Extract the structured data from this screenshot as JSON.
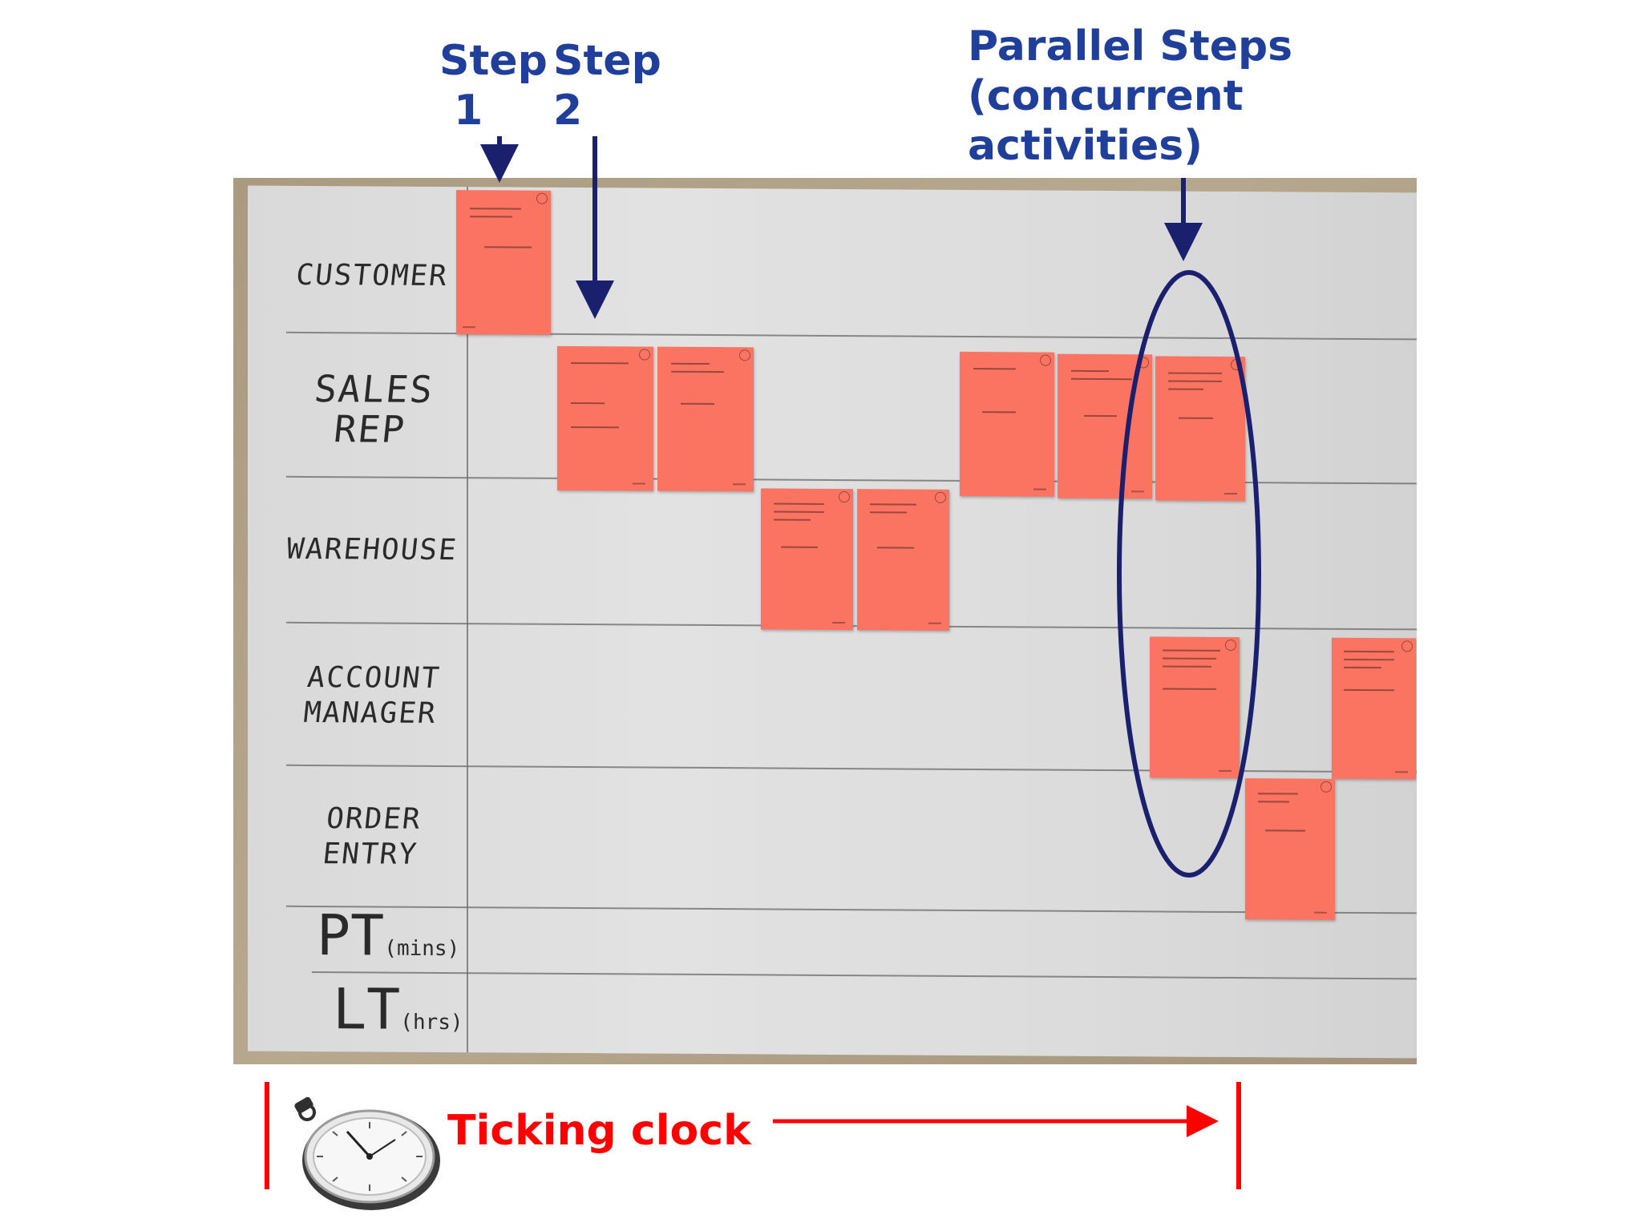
{
  "callouts": {
    "step1": "Step\n 1",
    "step2": "Step\n2",
    "parallel": "Parallel Steps\n(concurrent\nactivities)"
  },
  "board": {
    "lanes": [
      {
        "id": "customer",
        "label": "CUSTOMER"
      },
      {
        "id": "sales-rep",
        "label": "SALES\nREP"
      },
      {
        "id": "warehouse",
        "label": "WAREHOUSE"
      },
      {
        "id": "account-manager",
        "label": "ACCOUNT\nMANAGER"
      },
      {
        "id": "order-entry",
        "label": "ORDER\nENTRY"
      }
    ],
    "timing_rows": [
      {
        "id": "pt",
        "label": "PT",
        "unit": "(mins)"
      },
      {
        "id": "lt",
        "label": "LT",
        "unit": "(hrs)"
      }
    ]
  },
  "timeline": {
    "label": "Ticking clock",
    "icon": "stopwatch-icon"
  },
  "colors": {
    "callout_blue": "#1f3f9a",
    "arrow_navy": "#1a1f6e",
    "sticky_note": "#fb7462",
    "timeline_red": "#ff0000"
  }
}
